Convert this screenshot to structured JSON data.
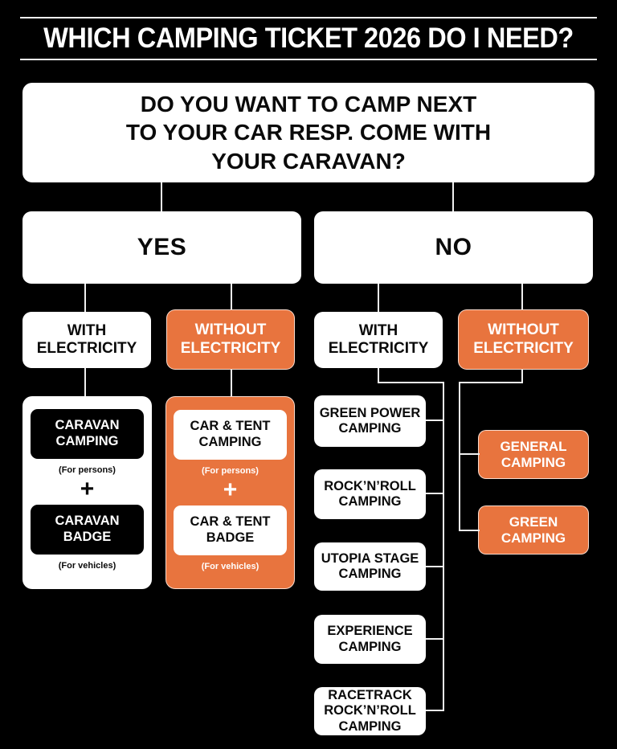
{
  "title": "WHICH CAMPING TICKET 2026 DO I NEED?",
  "question": {
    "line1": "DO YOU WANT TO CAMP NEXT",
    "line2": "TO YOUR CAR RESP. COME WITH",
    "line3": "YOUR CARAVAN?"
  },
  "colors": {
    "background": "#000000",
    "box_white": "#ffffff",
    "box_black": "#000000",
    "accent_orange": "#E8743E",
    "connector": "#f0f0f0"
  },
  "branches": {
    "yes": {
      "label": "YES",
      "with_electricity": {
        "label": "WITH ELECTRICITY",
        "bundle": {
          "ticket": "CARAVAN CAMPING",
          "ticket_note": "(For persons)",
          "plus": "+",
          "badge": "CARAVAN BADGE",
          "badge_note": "(For vehicles)"
        }
      },
      "without_electricity": {
        "label": "WITHOUT ELECTRICITY",
        "bundle": {
          "ticket": "CAR & TENT CAMPING",
          "ticket_note": "(For persons)",
          "plus": "+",
          "badge": "CAR & TENT BADGE",
          "badge_note": "(For vehicles)"
        }
      }
    },
    "no": {
      "label": "NO",
      "with_electricity": {
        "label": "WITH ELECTRICITY",
        "options": [
          "GREEN POWER CAMPING",
          "ROCK’N’ROLL CAMPING",
          "UTOPIA STAGE CAMPING",
          "EXPERIENCE CAMPING",
          "RACETRACK ROCK’N’ROLL CAMPING"
        ]
      },
      "without_electricity": {
        "label": "WITHOUT ELECTRICITY",
        "options": [
          "GENERAL CAMPING",
          "GREEN CAMPING"
        ]
      }
    }
  }
}
